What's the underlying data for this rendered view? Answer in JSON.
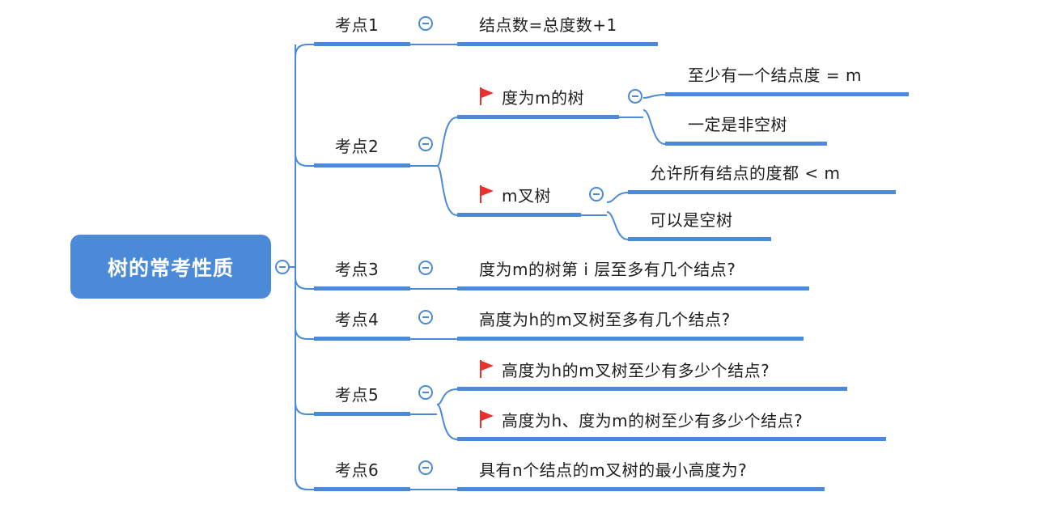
{
  "root": {
    "label": "树的常考性质"
  },
  "topics": [
    {
      "label": "考点1",
      "children": [
        {
          "label": "结点数=总度数+1"
        }
      ]
    },
    {
      "label": "考点2",
      "children": [
        {
          "label": "度为m的树",
          "flag": true,
          "children": [
            {
              "label": "至少有一个结点度 = m"
            },
            {
              "label": "一定是非空树"
            }
          ]
        },
        {
          "label": "m叉树",
          "flag": true,
          "children": [
            {
              "label": "允许所有结点的度都 < m"
            },
            {
              "label": "可以是空树"
            }
          ]
        }
      ]
    },
    {
      "label": "考点3",
      "children": [
        {
          "label": "度为m的树第 i 层至多有几个结点?"
        }
      ]
    },
    {
      "label": "考点4",
      "children": [
        {
          "label": "高度为h的m叉树至多有几个结点?"
        }
      ]
    },
    {
      "label": "考点5",
      "children": [
        {
          "label": "高度为h的m叉树至少有多少个结点?",
          "flag": true
        },
        {
          "label": "高度为h、度为m的树至少有多少个结点?",
          "flag": true
        }
      ]
    },
    {
      "label": "考点6",
      "children": [
        {
          "label": "具有n个结点的m叉树的最小高度为?"
        }
      ]
    }
  ],
  "colors": {
    "accent": "#4a8ad8",
    "flag": "#e8312f",
    "text": "#1f1f1f"
  },
  "icons": {
    "collapse": "collapse-circle-icon",
    "flag": "red-flag-icon"
  }
}
